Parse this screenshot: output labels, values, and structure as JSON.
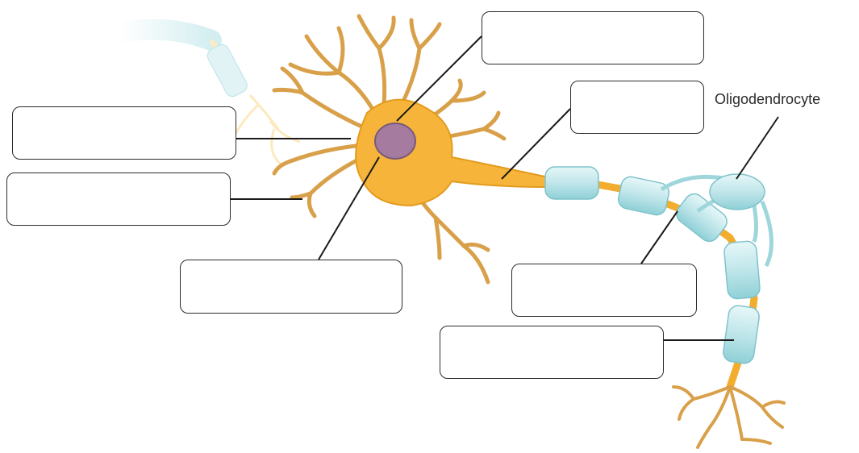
{
  "diagram": {
    "oligodendrocyte_label": "Oligodendrocyte",
    "answer_boxes": [
      {
        "id": "box-cell-body",
        "text": ""
      },
      {
        "id": "box-axon",
        "text": ""
      },
      {
        "id": "box-dendrite-upper",
        "text": ""
      },
      {
        "id": "box-dendrite-lower",
        "text": ""
      },
      {
        "id": "box-nucleus",
        "text": ""
      },
      {
        "id": "box-node-of-ranvier",
        "text": ""
      },
      {
        "id": "box-myelin-sheath",
        "text": ""
      }
    ]
  },
  "colors": {
    "neuron_fill": "#f6b53a",
    "neuron_edge": "#e39b1e",
    "nucleus_fill": "#a57ca0",
    "myelin_fill": "#bfe6ea",
    "myelin_edge": "#7fc3cb",
    "leader_line": "#1a1a1a"
  }
}
